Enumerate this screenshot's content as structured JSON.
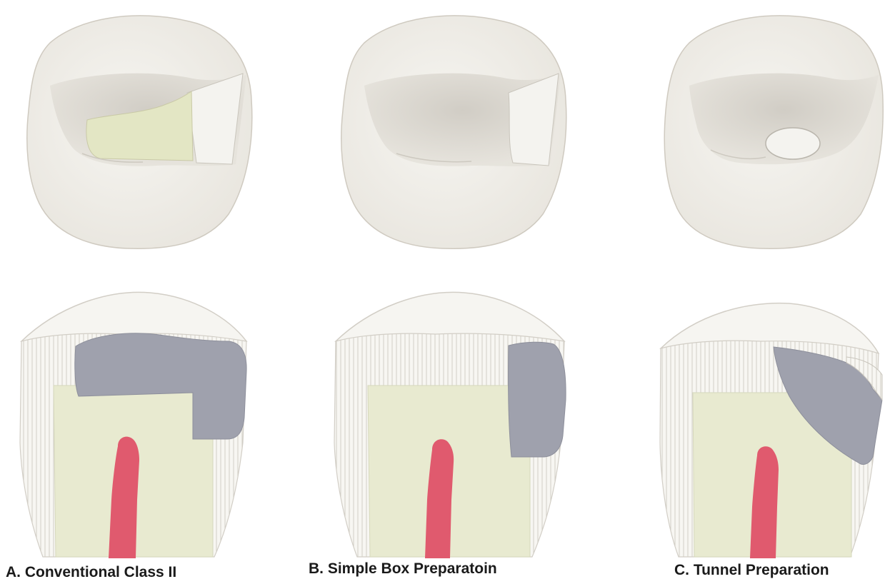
{
  "captions": {
    "a": "A. Conventional Class II",
    "b": "B. Simple Box Preparatoin",
    "c": "C. Tunnel Preparation"
  },
  "colors": {
    "enamel": "#f1efe9",
    "enamel_shadow": "#dedbd3",
    "cavity_floor": "#d6d2ca",
    "dentin": "#e8ead0",
    "restoration": "#9fa1ad",
    "pulp": "#e05a6e",
    "outline": "#c9c5bc"
  },
  "panels": [
    {
      "id": "conventional-class-ii",
      "preparation": "conventional"
    },
    {
      "id": "simple-box",
      "preparation": "box"
    },
    {
      "id": "tunnel",
      "preparation": "tunnel"
    }
  ]
}
